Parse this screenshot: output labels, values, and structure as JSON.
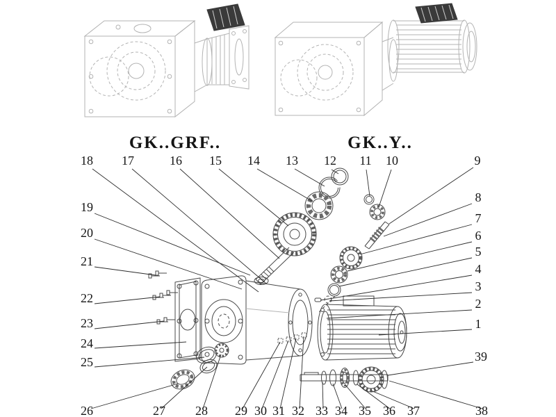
{
  "diagram": {
    "variant_labels": {
      "left": "GK..GRF..",
      "right": "GK..Y.."
    },
    "callouts": {
      "top": [
        "18",
        "17",
        "16",
        "15",
        "14",
        "13",
        "12",
        "11",
        "10"
      ],
      "right": [
        "9",
        "8",
        "7",
        "6",
        "5",
        "4",
        "3",
        "2",
        "1",
        "39"
      ],
      "left": [
        "19",
        "20",
        "21",
        "22",
        "23",
        "24",
        "25"
      ],
      "bottom": [
        "26",
        "27",
        "28",
        "29",
        "30",
        "31",
        "32",
        "33",
        "34",
        "35",
        "36",
        "37",
        "38"
      ]
    },
    "colors": {
      "line_dark": "#474747",
      "line_light": "#b3b3b3",
      "leader": "#2b2b2b",
      "text": "#151515",
      "dark_fill": "#3a3a3a",
      "background": "#ffffff"
    }
  }
}
